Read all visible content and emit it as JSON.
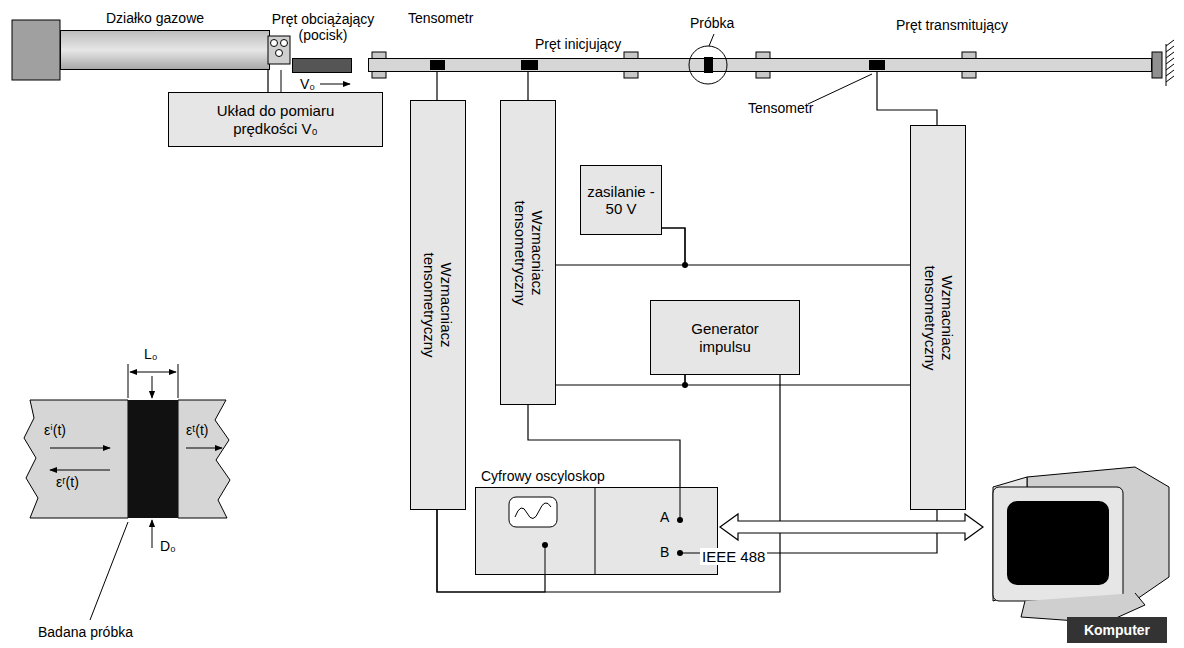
{
  "diagram": {
    "nodes": [
      {
        "text": [
          "Działko gazowe"
        ]
      },
      {
        "text": [
          "Pręt obciążający (pocisk)"
        ]
      },
      {
        "text": [
          "Pręt inicjujący"
        ]
      },
      {
        "text": [
          "Pręt transmitujący"
        ]
      },
      {
        "text": [
          "Układ do pomiaru prędkości V₀"
        ]
      },
      {
        "text": [
          "Wzmacniacz tensometryczny"
        ]
      },
      {
        "text": [
          "Wzmacniacz tensometryczny"
        ]
      },
      {
        "text": [
          "zasilanie - 50 V"
        ]
      },
      {
        "text": [
          "Generator impulsu"
        ]
      },
      {
        "text": [
          "Wzmacniacz tensometryczny"
        ]
      },
      {
        "text": [
          "Cyfrowy oscyloskop"
        ]
      },
      {
        "text": [
          "Komputer"
        ]
      }
    ],
    "edges": [
      {
        "from": 0,
        "to": 4,
        "arrow": "none"
      },
      {
        "from": 2,
        "to": 5,
        "arrow": "none"
      },
      {
        "from": 2,
        "to": 6,
        "arrow": "none"
      },
      {
        "from": 3,
        "to": 9,
        "arrow": "none"
      },
      {
        "from": 7,
        "to": 6,
        "arrow": "none"
      },
      {
        "from": 7,
        "to": 9,
        "arrow": "none"
      },
      {
        "from": 8,
        "to": 6,
        "arrow": "none"
      },
      {
        "from": 8,
        "to": 9,
        "arrow": "none"
      },
      {
        "from": 6,
        "to": 10,
        "arrow": "none"
      },
      {
        "from": 9,
        "to": 10,
        "arrow": "none"
      },
      {
        "from": 5,
        "to": 10,
        "arrow": "none"
      },
      {
        "from": 8,
        "to": 5,
        "arrow": "none"
      },
      {
        "from": 10,
        "to": 11,
        "label": "IEEE 488",
        "arrow": "both"
      }
    ],
    "labels": [
      "Tensometr",
      "Tensometr",
      "V₀",
      "Próbka",
      "L₀",
      "εⁱ(t)",
      "εʳ(t)",
      "εᵗ(t)",
      "D₀",
      "Badana próbka",
      "A",
      "B"
    ]
  }
}
